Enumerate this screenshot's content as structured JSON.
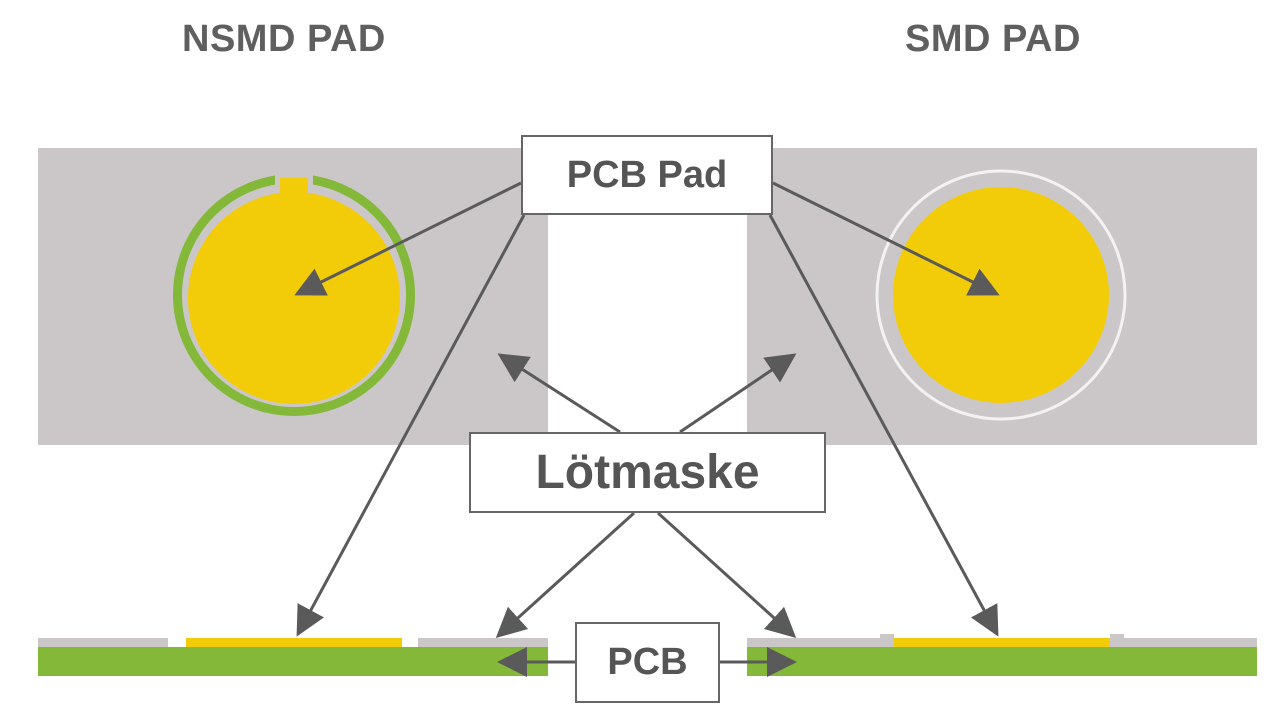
{
  "titles": {
    "left": "NSMD PAD",
    "right": "SMD PAD"
  },
  "labels": {
    "pcb_pad": "PCB Pad",
    "solder_mask": "Lötmaske",
    "pcb": "PCB"
  },
  "colors": {
    "solder_mask": "#cbc7c9",
    "pad": "#f2cc08",
    "pcb_board": "#84b839",
    "arrow": "#5a5a5a",
    "text": "#5f5f5f"
  }
}
